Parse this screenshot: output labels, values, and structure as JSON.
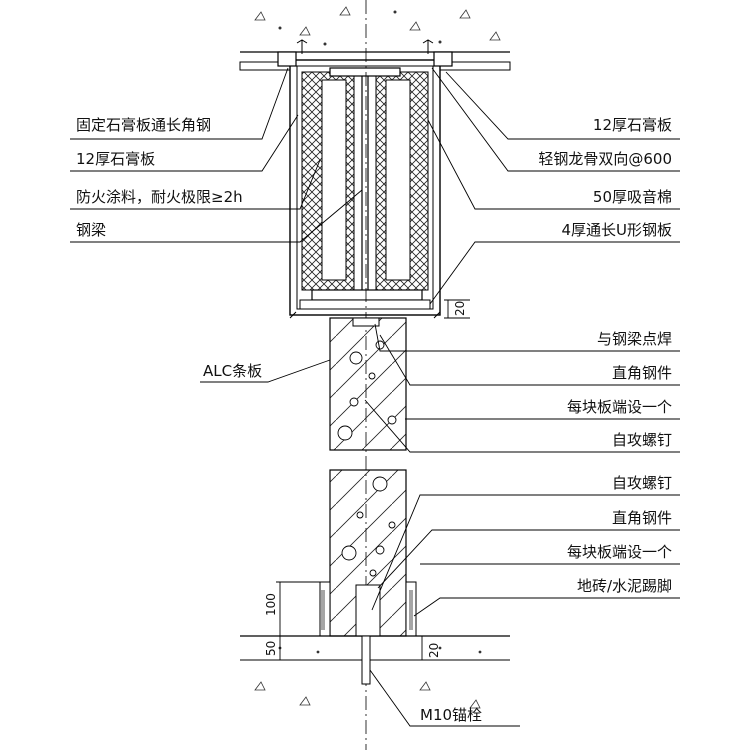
{
  "labels_left": [
    "固定石膏板通长角钢",
    "12厚石膏板",
    "防火涂料，耐火极限≥2h",
    "钢梁"
  ],
  "labels_right_top": [
    "12厚石膏板",
    "轻钢龙骨双向@600",
    "50厚吸音棉",
    "4厚通长U形钢板"
  ],
  "label_alc": "ALC条板",
  "labels_right_mid": [
    "与钢梁点焊",
    "直角钢件",
    "每块板端设一个",
    "自攻螺钉"
  ],
  "labels_right_bottom": [
    "自攻螺钉",
    "直角钢件",
    "每块板端设一个",
    "地砖/水泥踢脚"
  ],
  "label_anchor": "M10锚栓",
  "dimensions": {
    "top_gap": "20",
    "bottom_gap": "20",
    "skirting_height": "100",
    "floor_thickness": "50"
  }
}
